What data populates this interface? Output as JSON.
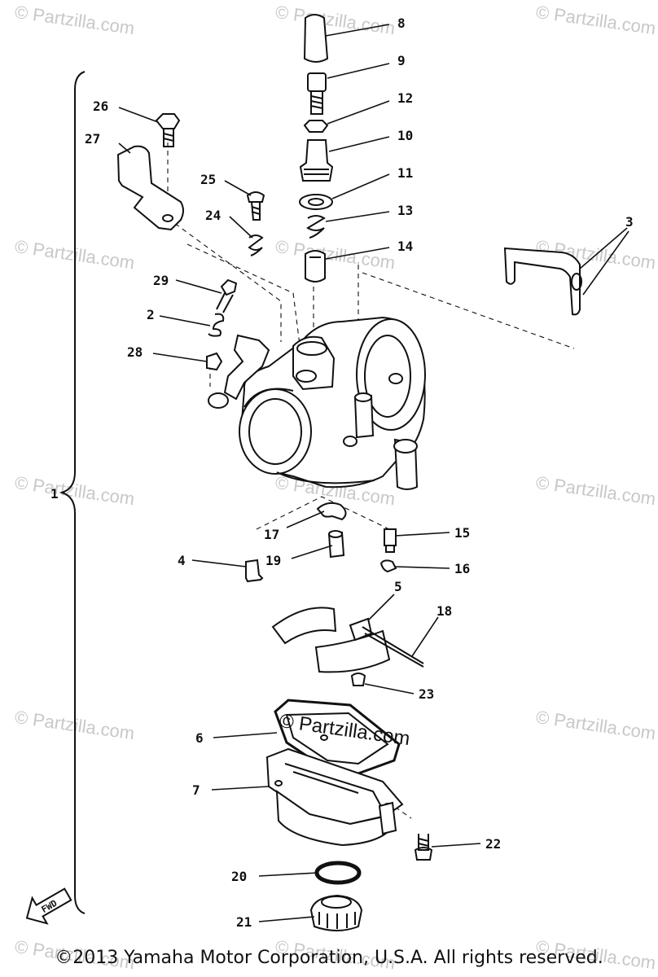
{
  "watermark": "© Partzilla.com",
  "center_watermark": "© Partzilla.com",
  "copyright": "©2013  Yamaha Motor Corporation, U.S.A. All rights reserved.",
  "fwd_label": "FWD",
  "assembly_label": "1",
  "callouts": {
    "c2": "2",
    "c3": "3",
    "c4": "4",
    "c5": "5",
    "c6": "6",
    "c7": "7",
    "c8": "8",
    "c9": "9",
    "c10": "10",
    "c11": "11",
    "c12": "12",
    "c13": "13",
    "c14": "14",
    "c15": "15",
    "c16": "16",
    "c17": "17",
    "c18": "18",
    "c19": "19",
    "c20": "20",
    "c21": "21",
    "c22": "22",
    "c23": "23",
    "c24": "24",
    "c25": "25",
    "c26": "26",
    "c27": "27",
    "c28": "28",
    "c29": "29"
  }
}
